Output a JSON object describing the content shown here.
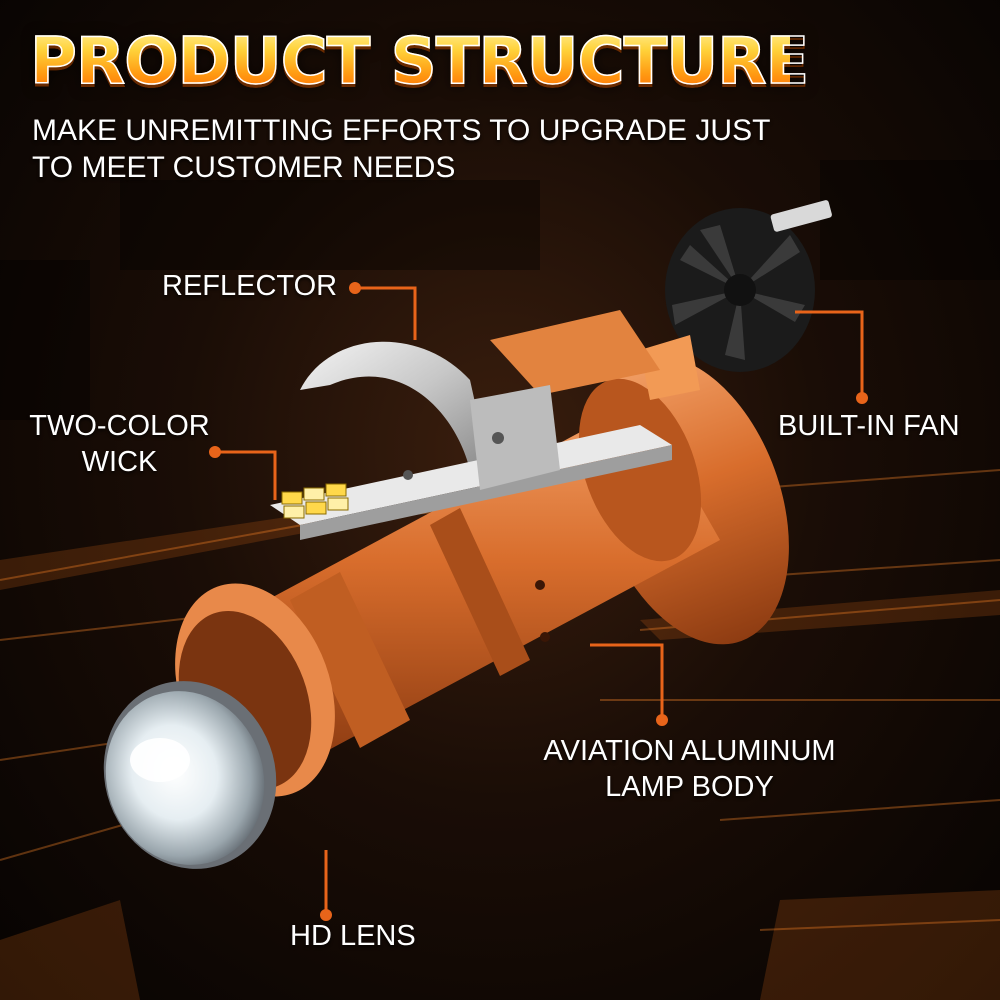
{
  "header": {
    "title": "PRODUCT STRUCTURE",
    "subtitle": "MAKE UNREMITTING EFFORTS TO UPGRADE JUST TO MEET CUSTOMER NEEDS"
  },
  "callouts": {
    "reflector": "REFLECTOR",
    "two_color_wick_line1": "TWO-COLOR",
    "two_color_wick_line2": "WICK",
    "built_in_fan": "BUILT-IN FAN",
    "lamp_body_line1": "AVIATION ALUMINUM",
    "lamp_body_line2": "LAMP BODY",
    "hd_lens": "HD LENS"
  },
  "colors": {
    "accent": "#e8641a",
    "body": "#e07a3a",
    "text": "#ffffff"
  }
}
